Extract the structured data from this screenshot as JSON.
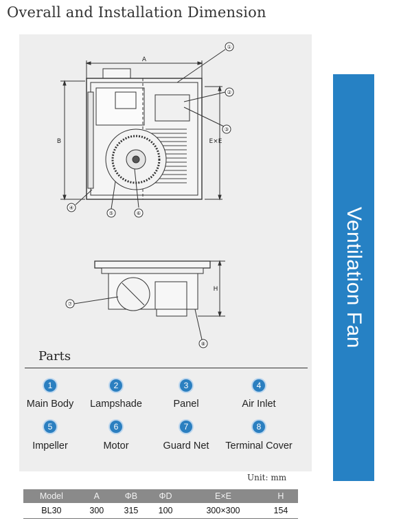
{
  "heading": "Overall and Installation Dimension",
  "drawing": {
    "dimensions": {
      "a": "A",
      "b": "B",
      "ee": "E×E",
      "h": "H"
    },
    "callouts": [
      "①",
      "②",
      "③",
      "④",
      "⑤",
      "⑥",
      "⑦",
      "⑧"
    ]
  },
  "parts": {
    "title": "Parts",
    "items": [
      {
        "num": "1",
        "label": "Main Body"
      },
      {
        "num": "2",
        "label": "Lampshade"
      },
      {
        "num": "3",
        "label": "Panel"
      },
      {
        "num": "4",
        "label": "Air Inlet"
      },
      {
        "num": "5",
        "label": "Impeller"
      },
      {
        "num": "6",
        "label": "Motor"
      },
      {
        "num": "7",
        "label": "Guard Net"
      },
      {
        "num": "8",
        "label": "Terminal Cover"
      }
    ]
  },
  "unit": "Unit: mm",
  "spec_table": {
    "headers": [
      "Model",
      "A",
      "ΦB",
      "ΦD",
      "E×E",
      "H"
    ],
    "rows": [
      [
        "BL30",
        "300",
        "315",
        "100",
        "300×300",
        "154"
      ]
    ]
  },
  "side_label": "Ventilation Fan",
  "colors": {
    "accent": "#2681c4",
    "panel": "#eeeeee",
    "table_header": "#8a8a8a"
  }
}
